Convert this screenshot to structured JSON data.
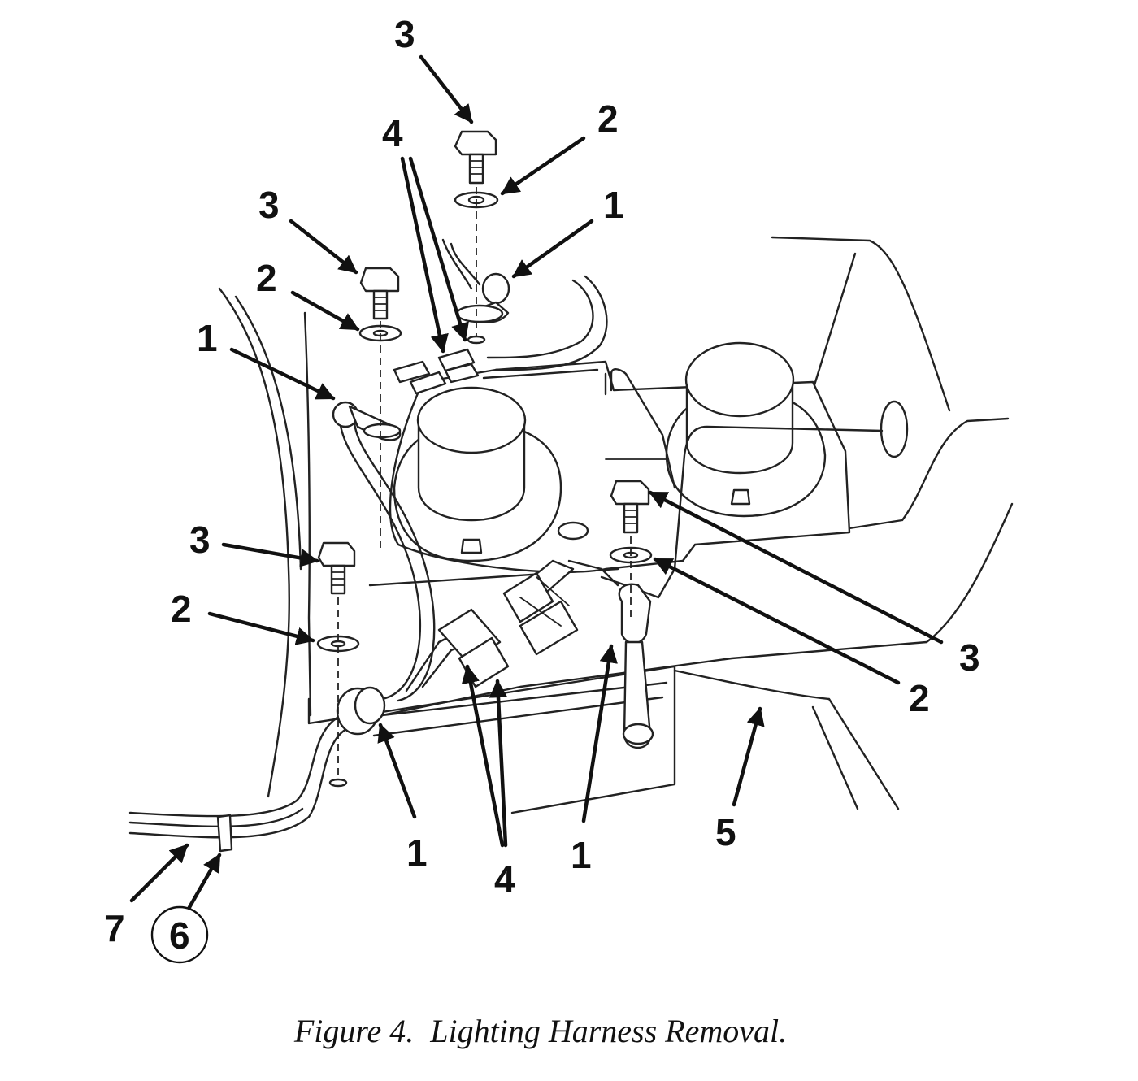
{
  "figure": {
    "caption": "Figure 4.  Lighting Harness Removal."
  },
  "callouts": {
    "c3_top": "3",
    "c2_top": "2",
    "c4_top": "4",
    "c1_top": "1",
    "c3_left_upper": "3",
    "c2_left_upper": "2",
    "c1_left_upper": "1",
    "c3_left_lower": "3",
    "c2_left_lower": "2",
    "c3_right": "3",
    "c2_right": "2",
    "c1_bottom_left": "1",
    "c4_bottom": "4",
    "c1_bottom_right": "1",
    "c5": "5",
    "c7": "7",
    "c6": "6"
  }
}
